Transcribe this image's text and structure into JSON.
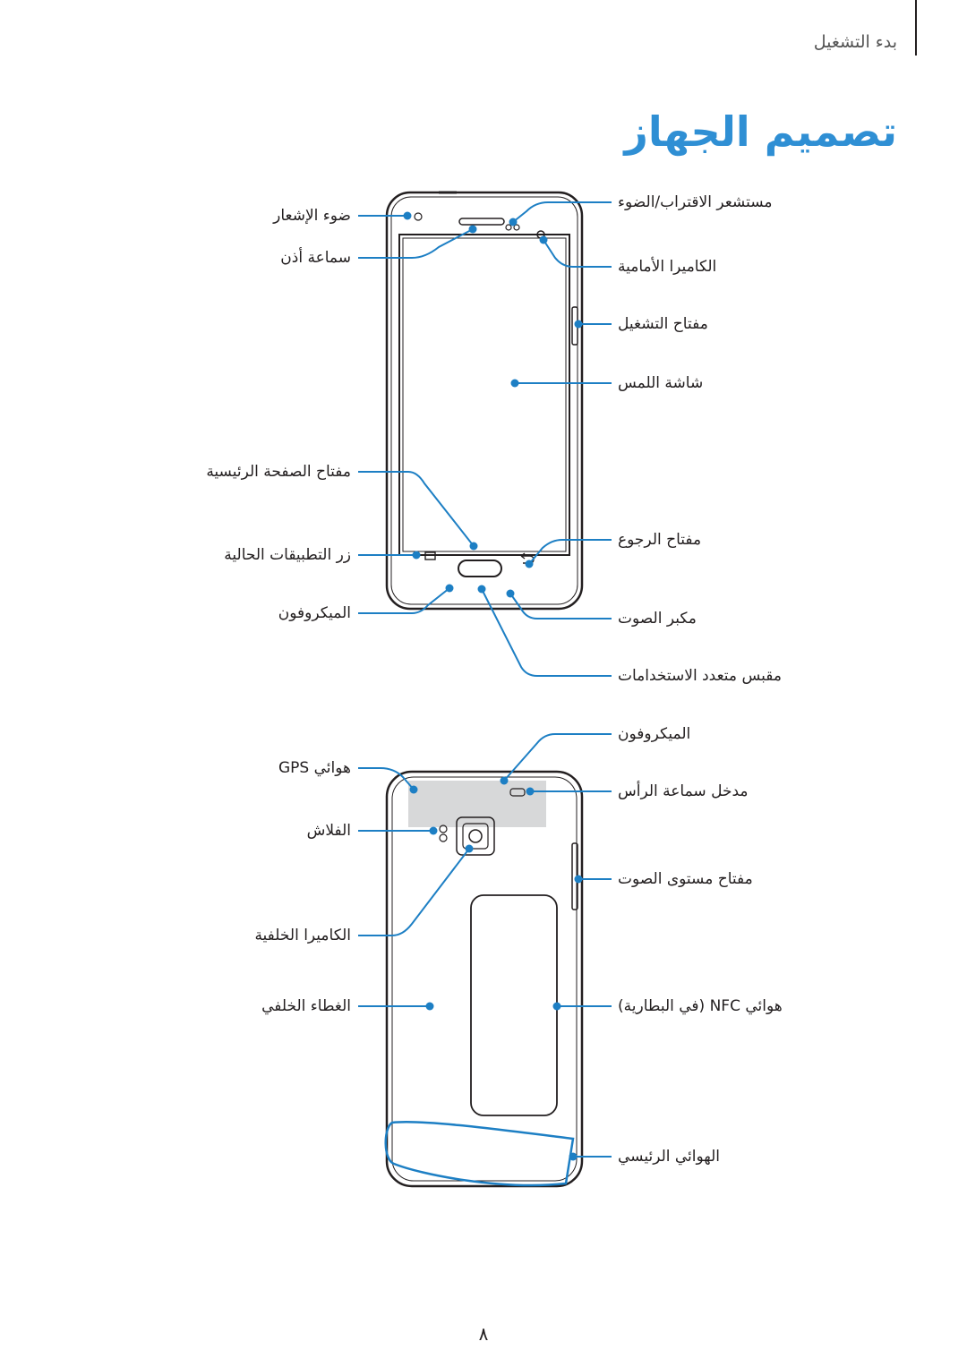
{
  "header": {
    "section": "بدء التشغيل",
    "title": "تصميم الجهاز"
  },
  "front_labels": {
    "light_sensor": "ضوء الإشعار",
    "earpiece": "سماعة أذن",
    "proximity_sensor": "مستشعر الاقتراب/الضوء",
    "front_camera": "الكاميرا الأمامية",
    "power_key": "مفتاح التشغيل",
    "touchscreen": "شاشة اللمس",
    "home_key": "مفتاح الصفحة الرئيسية",
    "recent_apps": "زر التطبيقات الحالية",
    "back_key": "مفتاح الرجوع",
    "microphone": "الميكروفون",
    "speaker": "مكبر الصوت",
    "multipurpose_jack": "مقبس متعدد الاستخدامات"
  },
  "back_labels": {
    "gps_antenna": "هوائي GPS",
    "microphone": "الميكروفون",
    "headset_jack": "مدخل سماعة الرأس",
    "flash": "الفلاش",
    "volume_key": "مفتاح مستوى الصوت",
    "rear_camera": "الكاميرا الخلفية",
    "back_cover": "الغطاء الخلفي",
    "nfc_antenna": "هوائي NFC (في البطارية)",
    "main_antenna": "الهوائي الرئيسي"
  },
  "footer": {
    "page_number": "٨"
  },
  "colors": {
    "accent": "#2f8fd4",
    "callout": "#1d7fc4",
    "outline": "#231f20"
  }
}
